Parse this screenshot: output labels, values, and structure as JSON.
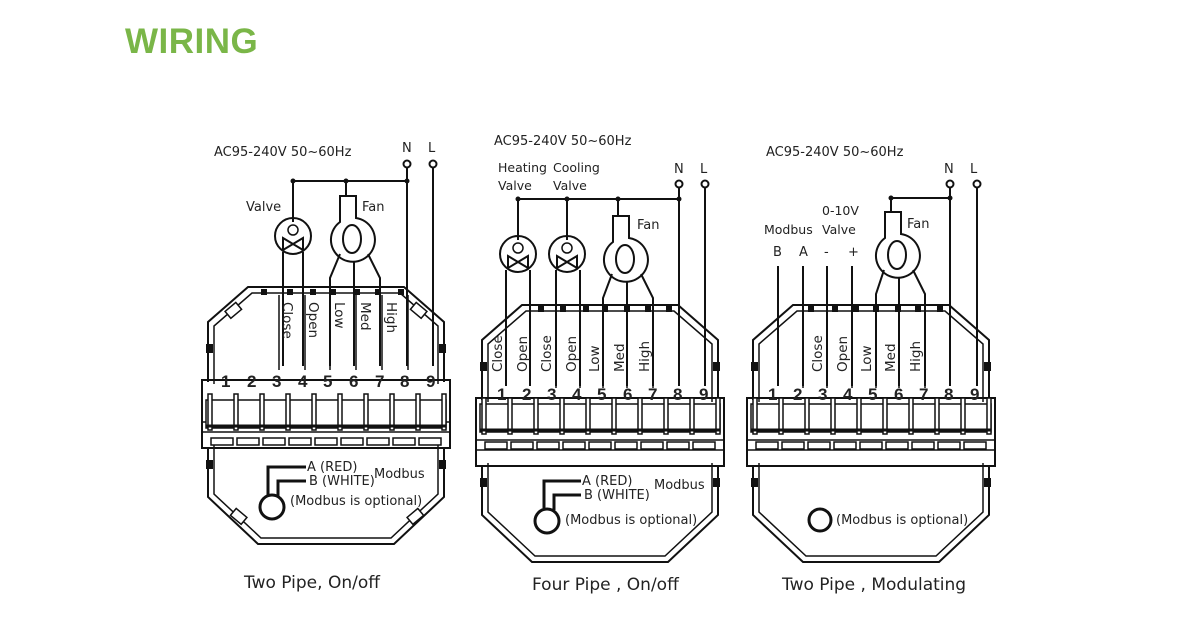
{
  "title": "WIRING",
  "diagrams": [
    {
      "id": "two-pipe-onoff",
      "supply": "AC95-240V  50~60Hz",
      "neutral": "N",
      "live": "L",
      "valve_label": "Valve",
      "fan_label": "Fan",
      "terminal_labels": [
        "Close",
        "Open",
        "Low",
        "Med",
        "High"
      ],
      "terminals": [
        "1",
        "2",
        "3",
        "4",
        "5",
        "6",
        "7",
        "8",
        "9"
      ],
      "modbus_a": "A (RED)",
      "modbus_b": "B (WHITE)",
      "modbus": "Modbus",
      "modbus_optional": "(Modbus is optional)",
      "caption": "Two Pipe, On/off"
    },
    {
      "id": "four-pipe-onoff",
      "supply": "AC95-240V  50~60Hz",
      "neutral": "N",
      "live": "L",
      "heating_valve_1": "Heating",
      "heating_valve_2": "Valve",
      "cooling_valve_1": "Cooling",
      "cooling_valve_2": "Valve",
      "fan_label": "Fan",
      "terminal_labels": [
        "Close",
        "Open",
        "Close",
        "Open",
        "Low",
        "Med",
        "High"
      ],
      "terminals": [
        "1",
        "2",
        "3",
        "4",
        "5",
        "6",
        "7",
        "8",
        "9"
      ],
      "modbus_a": "A (RED)",
      "modbus_b": "B (WHITE)",
      "modbus": "Modbus",
      "modbus_optional": "(Modbus is optional)",
      "caption": "Four Pipe , On/off"
    },
    {
      "id": "two-pipe-modulating",
      "supply": "AC95-240V  50~60Hz",
      "neutral": "N",
      "live": "L",
      "modbus_label": "Modbus",
      "valve_label_1": "0-10V",
      "valve_label_2": "Valve",
      "pins": [
        "B",
        "A",
        "-",
        "+"
      ],
      "fan_label": "Fan",
      "terminal_labels": [
        "Close",
        "Open",
        "Low",
        "Med",
        "High"
      ],
      "terminals": [
        "1",
        "2",
        "3",
        "4",
        "5",
        "6",
        "7",
        "8",
        "9"
      ],
      "modbus_optional": "(Modbus is optional)",
      "caption": "Two Pipe , Modulating"
    }
  ],
  "colors": {
    "title": "#7ab648",
    "lines": "#111111"
  }
}
